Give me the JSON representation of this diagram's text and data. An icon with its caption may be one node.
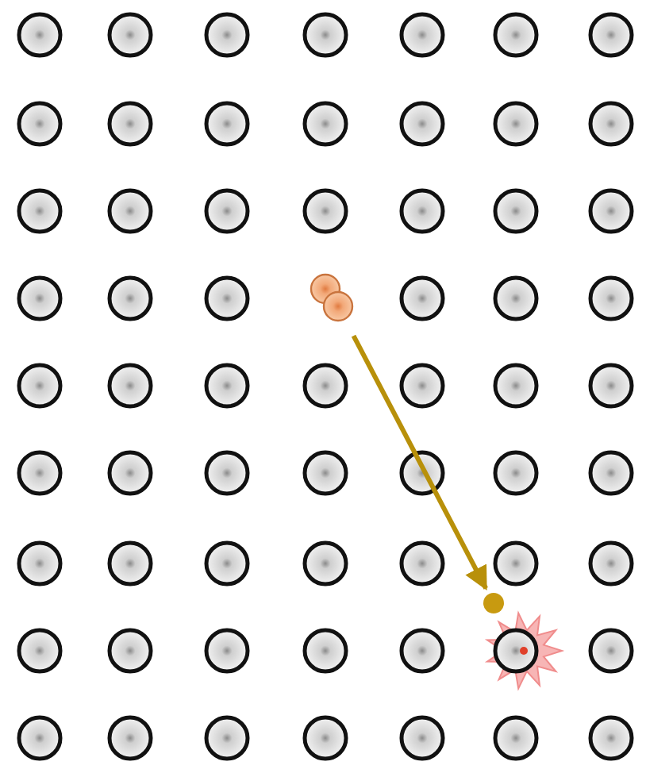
{
  "diagram": {
    "nodes": [
      {
        "text": [],
        "shape": "circle"
      },
      {
        "text": [],
        "shape": "circle"
      },
      {
        "text": [],
        "shape": "circle"
      }
    ],
    "edges": [
      {
        "from": 1,
        "to": 2,
        "arrow": "to"
      }
    ]
  }
}
